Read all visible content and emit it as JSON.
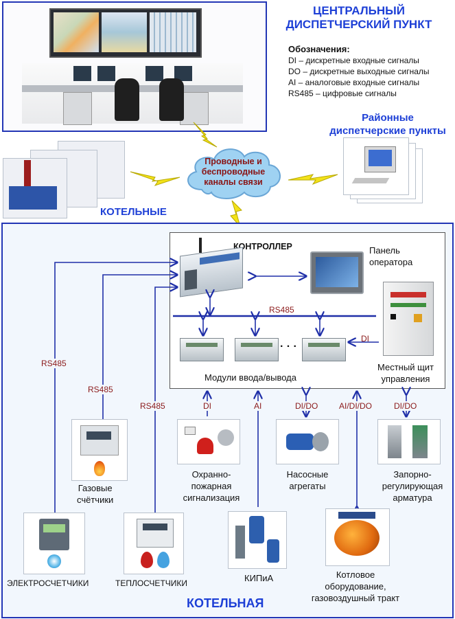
{
  "central": {
    "title_line1": "ЦЕНТРАЛЬНЫЙ",
    "title_line2": "ДИСПЕТЧЕРСКИЙ ПУНКТ"
  },
  "legend": {
    "heading": "Обозначения:",
    "items": [
      "DI – дискретные входные сигналы",
      "DO – дискретные выходные сигналы",
      "AI – аналоговые входные сигналы",
      "RS485 – цифровые сигналы"
    ]
  },
  "district": {
    "line1": "Районные",
    "line2": "диспетчерские пункты"
  },
  "cloud": {
    "line1": "Проводные и",
    "line2": "беспроводные",
    "line3": "каналы связи"
  },
  "boilers_label": "КОТЕЛЬНЫЕ",
  "controller": {
    "title": "КОНТРОЛЛЕР",
    "panel_line1": "Панель",
    "panel_line2": "оператора",
    "bus_label": "RS485",
    "io_label": "Модули ввода/вывода",
    "ellipsis": "· · ·",
    "di_label": "DI",
    "local_line1": "Местный щит",
    "local_line2": "управления"
  },
  "signals": {
    "elec_rs485": "RS485",
    "gas_rs485": "RS485",
    "heat_rs485": "RS485",
    "fire": "DI",
    "kip": "AI",
    "pump": "DI/DO",
    "boiler": "AI/DI/DO",
    "valve": "DI/DO"
  },
  "devices": {
    "gas_line1": "Газовые",
    "gas_line2": "счётчики",
    "fire_line1": "Охранно-",
    "fire_line2": "пожарная",
    "fire_line3": "сигнализация",
    "pump_line1": "Насосные",
    "pump_line2": "агрегаты",
    "valve_line1": "Запорно-",
    "valve_line2": "регулирующая",
    "valve_line3": "арматура",
    "elec": "ЭЛЕКТРОСЧЕТЧИКИ",
    "heat": "ТЕПЛОСЧЕТЧИКИ",
    "kip": "КИПиА",
    "boiler_line1": "Котловое",
    "boiler_line2": "оборудование,",
    "boiler_line3": "газовоздушный тракт"
  },
  "bottom_title": "КОТЕЛЬНАЯ",
  "colors": {
    "frame": "#2235b5",
    "wire": "#1f2fa8",
    "title": "#1d3fd6",
    "signal": "#8b1a1a"
  }
}
